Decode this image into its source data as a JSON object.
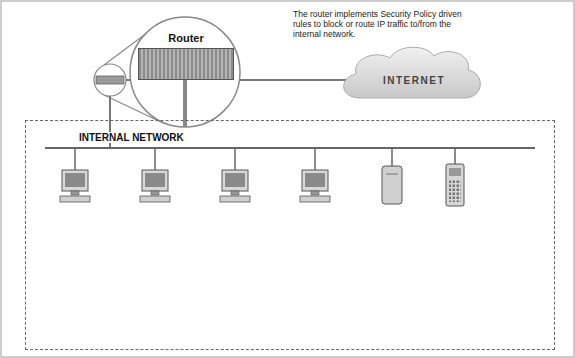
{
  "diagram": {
    "nodes": [
      {
        "text": [
          "Router"
        ]
      },
      {
        "text": [
          "INTERNET"
        ]
      },
      {
        "text": [
          "INTERNAL NETWORK"
        ]
      }
    ],
    "labels": [
      "The router implements Security Policy driven rules to block or route IP traffic to/from the internal network."
    ]
  }
}
